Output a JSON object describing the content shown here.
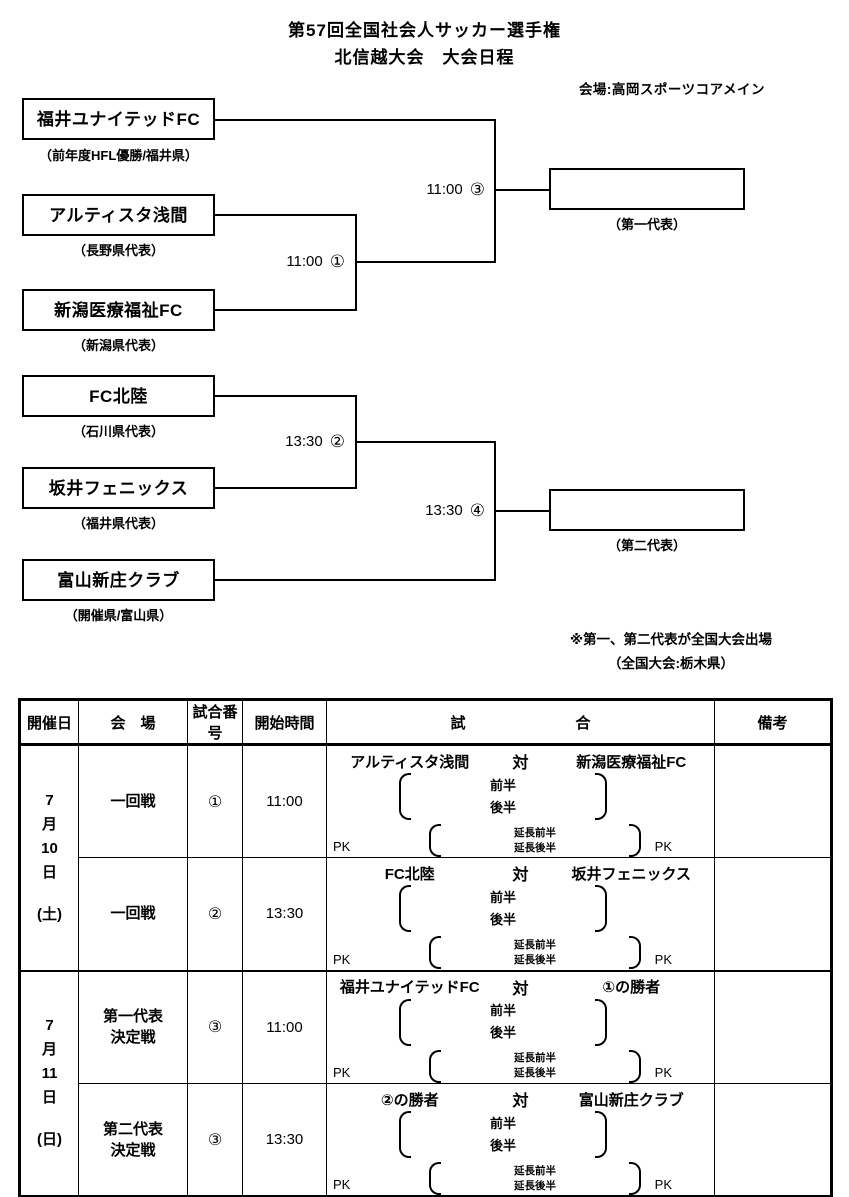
{
  "header": {
    "title": "第57回全国社会人サッカー選手権",
    "subtitle": "北信越大会　大会日程",
    "venue": "会場:高岡スポーツコアメイン"
  },
  "bracket": {
    "teams": [
      {
        "name": "福井ユナイテッドFC",
        "note": "（前年度HFL優勝/福井県）"
      },
      {
        "name": "アルティスタ浅間",
        "note": "（長野県代表）"
      },
      {
        "name": "新潟医療福祉FC",
        "note": "（新潟県代表）"
      },
      {
        "name": "FC北陸",
        "note": "（石川県代表）"
      },
      {
        "name": "坂井フェニックス",
        "note": "（福井県代表）"
      },
      {
        "name": "富山新庄クラブ",
        "note": "（開催県/富山県）"
      }
    ],
    "labels": [
      {
        "time": "11:00",
        "num": "①"
      },
      {
        "time": "11:00",
        "num": "③"
      },
      {
        "time": "13:30",
        "num": "②"
      },
      {
        "time": "13:30",
        "num": "④"
      }
    ],
    "winner_captions": [
      "（第一代表）",
      "（第二代表）"
    ],
    "note1": "※第一、第二代表が全国大会出場",
    "note2": "（全国大会:栃木県）"
  },
  "table": {
    "headers": {
      "date": "開催日",
      "venue": "会　場",
      "match_no": "試合番号",
      "time": "開始時間",
      "match_l": "試",
      "match_r": "合",
      "remarks": "備考"
    },
    "periods": {
      "p1": "前半",
      "p2": "後半",
      "e1": "延長前半",
      "e2": "延長後半",
      "pk": "PK"
    },
    "date_groups": [
      {
        "l0": "7",
        "l1": "月",
        "l2": "10",
        "l3": "日",
        "l4": "(土)"
      },
      {
        "l0": "7",
        "l1": "月",
        "l2": "11",
        "l3": "日",
        "l4": "(日)"
      }
    ],
    "rows": [
      {
        "round1": "一回戦",
        "round2": "",
        "no": "①",
        "time": "11:00",
        "home": "アルティスタ浅間",
        "vs": "対",
        "away": "新潟医療福祉FC"
      },
      {
        "round1": "一回戦",
        "round2": "",
        "no": "②",
        "time": "13:30",
        "home": "FC北陸",
        "vs": "対",
        "away": "坂井フェニックス"
      },
      {
        "round1": "第一代表",
        "round2": "決定戦",
        "no": "③",
        "time": "11:00",
        "home": "福井ユナイテッドFC",
        "vs": "対",
        "away": "①の勝者"
      },
      {
        "round1": "第二代表",
        "round2": "決定戦",
        "no": "③",
        "time": "13:30",
        "home": "②の勝者",
        "vs": "対",
        "away": "富山新庄クラブ"
      }
    ]
  }
}
